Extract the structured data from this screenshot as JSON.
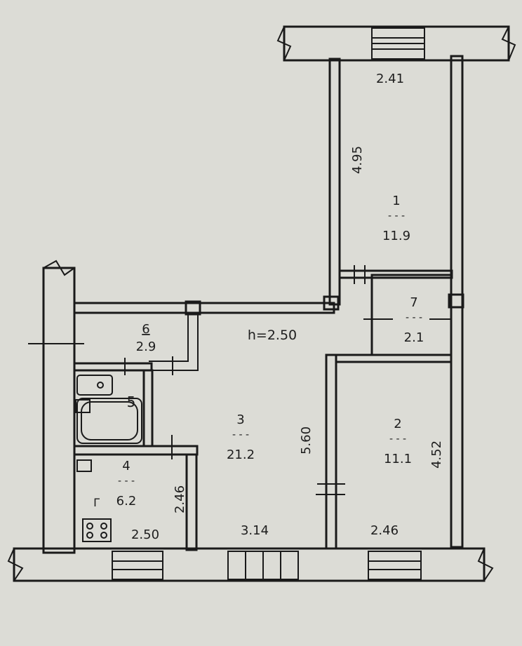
{
  "general": {
    "ceiling_height": "h=2.50"
  },
  "rooms": [
    {
      "number": "1",
      "area": "11.9"
    },
    {
      "number": "2",
      "area": "11.1"
    },
    {
      "number": "3",
      "area": "21.2"
    },
    {
      "number": "4",
      "area": "6.2"
    },
    {
      "number": "5"
    },
    {
      "number": "6",
      "area": "2.9"
    },
    {
      "number": "7",
      "area": "2.1"
    }
  ],
  "dimensions": {
    "room1_width": "2.41",
    "room1_length": "4.95",
    "room2_width": "2.46",
    "room2_length": "4.52",
    "room3_width": "3.14",
    "room3_length": "5.60",
    "room4_width": "2.50",
    "room4_length": "2.46"
  },
  "fixtures": {
    "stove_mark": "Г"
  },
  "colors": {
    "paper": "#dcdcd6",
    "ink": "#1a1a1a"
  }
}
